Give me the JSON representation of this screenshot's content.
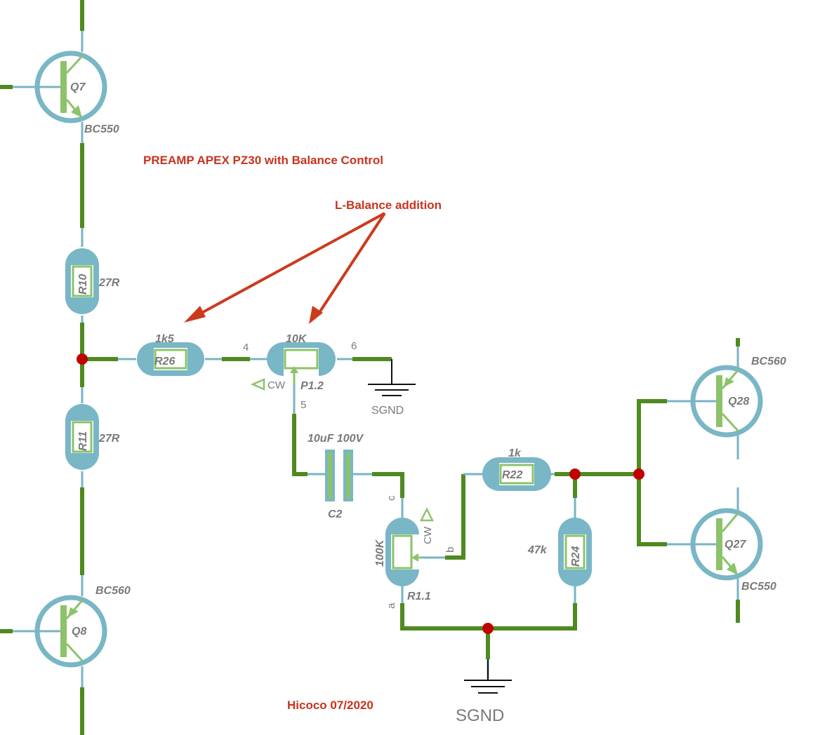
{
  "title": "PREAMP APEX PZ30 with Balance Control",
  "annotation": "L-Balance addition",
  "author": "Hicoco 07/2020",
  "colors": {
    "wire": "#4f8a1f",
    "component": "#79b6c6",
    "accent": "#8cc36a",
    "junction": "#c00000",
    "annotation": "#c8321e"
  },
  "transistors": {
    "q7": {
      "ref": "Q7",
      "type": "BC550"
    },
    "q8": {
      "ref": "Q8",
      "type": "BC560"
    },
    "q28": {
      "ref": "Q28",
      "type": "BC560"
    },
    "q27": {
      "ref": "Q27",
      "type": "BC550"
    }
  },
  "resistors": {
    "r10": {
      "ref": "R10",
      "value": "27R"
    },
    "r11": {
      "ref": "R11",
      "value": "27R"
    },
    "r26": {
      "ref": "R26",
      "value": "1k5"
    },
    "r22": {
      "ref": "R22",
      "value": "1k"
    },
    "r24": {
      "ref": "R24",
      "value": "47k"
    }
  },
  "potentiometers": {
    "p12": {
      "ref": "P1.2",
      "value": "10K",
      "pins": [
        "4",
        "5",
        "6"
      ],
      "cw": "CW"
    },
    "r11pot": {
      "ref": "R1.1",
      "value": "100K",
      "pins": [
        "a",
        "b",
        "c"
      ],
      "cw": "CW"
    }
  },
  "capacitors": {
    "c2": {
      "ref": "C2",
      "value": "10uF 100V"
    }
  },
  "grounds": {
    "g1": "SGND",
    "g2": "SGND"
  }
}
